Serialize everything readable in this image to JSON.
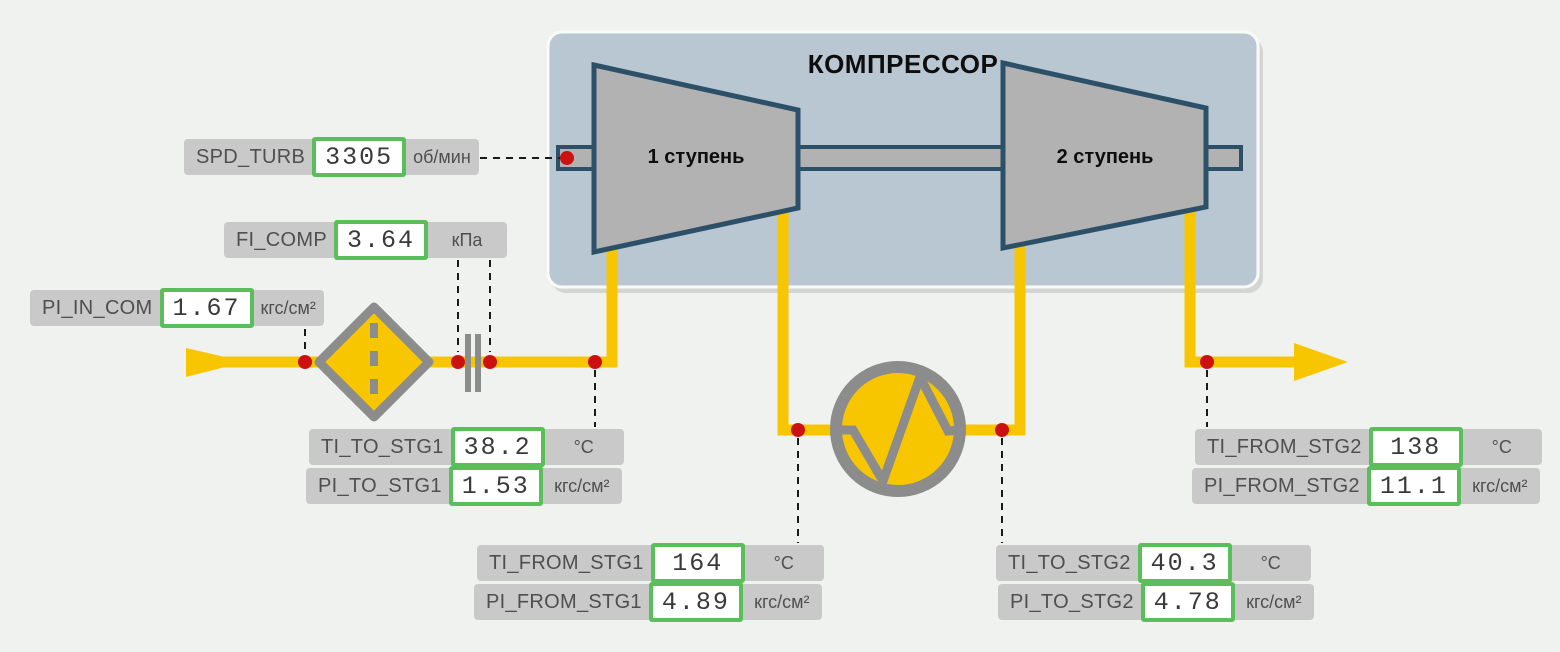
{
  "page": {
    "background": "#f0f2ef",
    "type_hint": "compressor process mimic (SCADA HMI)"
  },
  "colors": {
    "pipe_yellow": "#f7c600",
    "symbol_gray": "#8c8c8c",
    "equipment_fill_gray": "#b2b2b2",
    "equipment_outline_blue": "#2d5069",
    "enclosure_blue": "#b9c7d3",
    "tag_strip_gray": "#c9c9c9",
    "value_border_green": "#5abf5a",
    "sensor_dot_red": "#cc1111",
    "leader_line_black": "#1a1a1a"
  },
  "compressor": {
    "title": "КОМПРЕССОР",
    "stages": [
      {
        "label": "1 ступень"
      },
      {
        "label": "2 ступень"
      }
    ]
  },
  "symbols": {
    "filter": "inlet-filter-diamond",
    "orifice": "flow-orifice-plate",
    "cooler": "interstage-cooler-heat-exchanger",
    "inlet": "process-inlet-arrow",
    "outlet": "process-outlet-arrow"
  },
  "instruments": [
    {
      "id": "spd_turb",
      "tag": "SPD_TURB",
      "value": "3305",
      "unit": "об/мин"
    },
    {
      "id": "fi_comp",
      "tag": "FI_COMP",
      "value": "3.64",
      "unit": "кПа"
    },
    {
      "id": "pi_in_com",
      "tag": "PI_IN_COM",
      "value": "1.67",
      "unit": "кгс/см²"
    },
    {
      "id": "ti_to_stg1",
      "tag": "TI_TO_STG1",
      "value": "38.2",
      "unit": "°C"
    },
    {
      "id": "pi_to_stg1",
      "tag": "PI_TO_STG1",
      "value": "1.53",
      "unit": "кгс/см²"
    },
    {
      "id": "ti_from_stg1",
      "tag": "TI_FROM_STG1",
      "value": "164",
      "unit": "°C"
    },
    {
      "id": "pi_from_stg1",
      "tag": "PI_FROM_STG1",
      "value": "4.89",
      "unit": "кгс/см²"
    },
    {
      "id": "ti_to_stg2",
      "tag": "TI_TO_STG2",
      "value": "40.3",
      "unit": "°C"
    },
    {
      "id": "pi_to_stg2",
      "tag": "PI_TO_STG2",
      "value": "4.78",
      "unit": "кгс/см²"
    },
    {
      "id": "ti_from_stg2",
      "tag": "TI_FROM_STG2",
      "value": "138",
      "unit": "°C"
    },
    {
      "id": "pi_from_stg2",
      "tag": "PI_FROM_STG2",
      "value": "11.1",
      "unit": "кгс/см²"
    }
  ]
}
